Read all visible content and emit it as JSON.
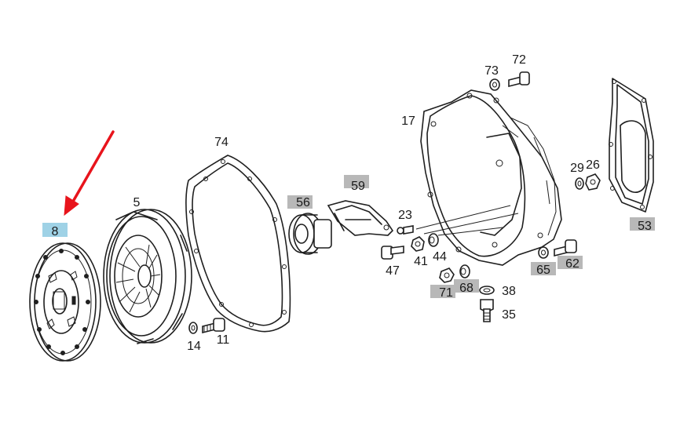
{
  "colors": {
    "highlight_gray": "#b8b8b8",
    "highlight_blue": "#9fd2e6",
    "arrow_red": "#e8141c",
    "line": "#1f1f1f"
  },
  "callouts": {
    "c8": {
      "label": "8",
      "highlight": "blue"
    },
    "c5": {
      "label": "5",
      "highlight": "none"
    },
    "c74": {
      "label": "74",
      "highlight": "none"
    },
    "c14": {
      "label": "14",
      "highlight": "none"
    },
    "c11": {
      "label": "11",
      "highlight": "none"
    },
    "c56": {
      "label": "56",
      "highlight": "gray"
    },
    "c59": {
      "label": "59",
      "highlight": "gray"
    },
    "c23": {
      "label": "23",
      "highlight": "none"
    },
    "c47": {
      "label": "47",
      "highlight": "none"
    },
    "c41": {
      "label": "41",
      "highlight": "none"
    },
    "c44": {
      "label": "44",
      "highlight": "none"
    },
    "c17": {
      "label": "17",
      "highlight": "none"
    },
    "c73": {
      "label": "73",
      "highlight": "none"
    },
    "c72": {
      "label": "72",
      "highlight": "none"
    },
    "c29": {
      "label": "29",
      "highlight": "none"
    },
    "c26": {
      "label": "26",
      "highlight": "none"
    },
    "c53": {
      "label": "53",
      "highlight": "gray"
    },
    "c65": {
      "label": "65",
      "highlight": "gray"
    },
    "c62": {
      "label": "62",
      "highlight": "gray"
    },
    "c71": {
      "label": "71",
      "highlight": "gray"
    },
    "c68": {
      "label": "68",
      "highlight": "gray"
    },
    "c38": {
      "label": "38",
      "highlight": "none"
    },
    "c35": {
      "label": "35",
      "highlight": "none"
    }
  }
}
